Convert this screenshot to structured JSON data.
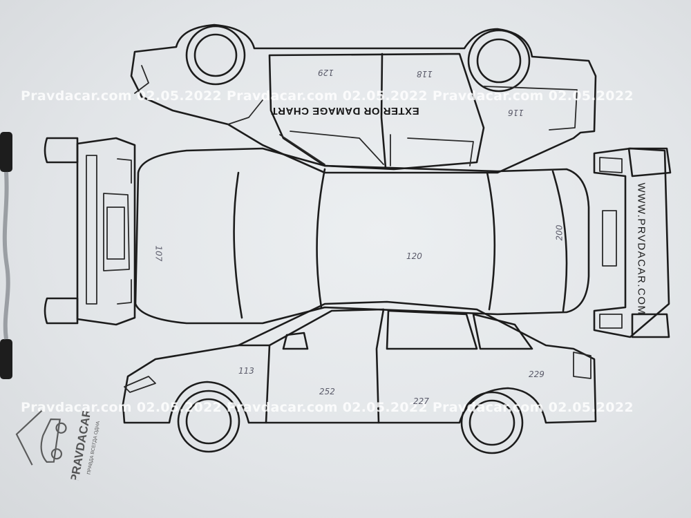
{
  "chart": {
    "title": "EXTERIOR DAMAGE CHART",
    "website": "WWW.PRVDACAR.COM"
  },
  "watermark": {
    "text": "Pravdacar.com 02.05.2022 Pravdacar.com 02.05.2022 Pravdacar.com 02.05.2022"
  },
  "stamp": {
    "brand": "PRAVDACAR",
    "tagline": "ПРАВДА ВСЕГДА ОДНА"
  },
  "paint_readings": {
    "roof_side_top_1": "129",
    "roof_side_top_2": "118",
    "rear_quarter_top": "116",
    "hood": "107",
    "roof": "120",
    "trunk": "200",
    "front_fender": "113",
    "front_door": "252",
    "rear_door": "227",
    "rear_quarter_side": "229"
  },
  "colors": {
    "ink": "#1c1c1c",
    "paper": "#e4e7ea",
    "pencil": "#5b5b6a"
  },
  "icons": {
    "clip": "clipboard-clip-icon",
    "stamp": "car-stamp-icon"
  }
}
